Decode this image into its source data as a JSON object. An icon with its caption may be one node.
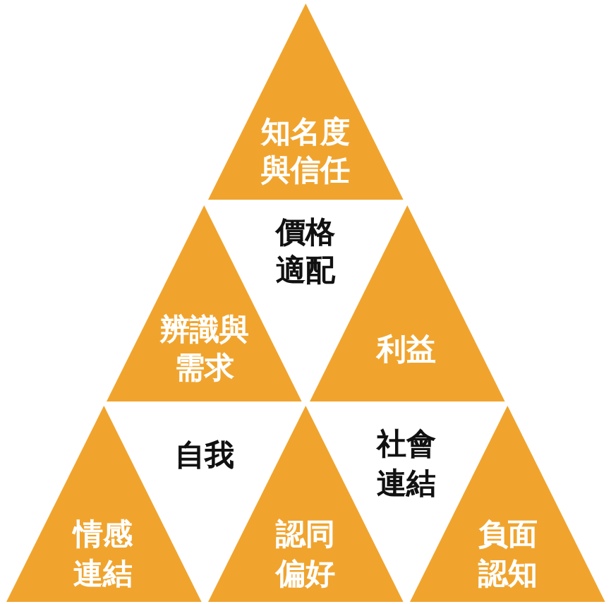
{
  "diagram": {
    "nodes": [
      {
        "text": [
          "知名度與信任"
        ]
      },
      {
        "text": [
          "辨識與需求"
        ]
      },
      {
        "text": [
          "價格適配"
        ]
      },
      {
        "text": [
          "利益"
        ]
      },
      {
        "text": [
          "情感連結"
        ]
      },
      {
        "text": [
          "自我"
        ]
      },
      {
        "text": [
          "認同偏好"
        ]
      },
      {
        "text": [
          "社會連結"
        ]
      },
      {
        "text": [
          "負面認知"
        ]
      }
    ]
  }
}
